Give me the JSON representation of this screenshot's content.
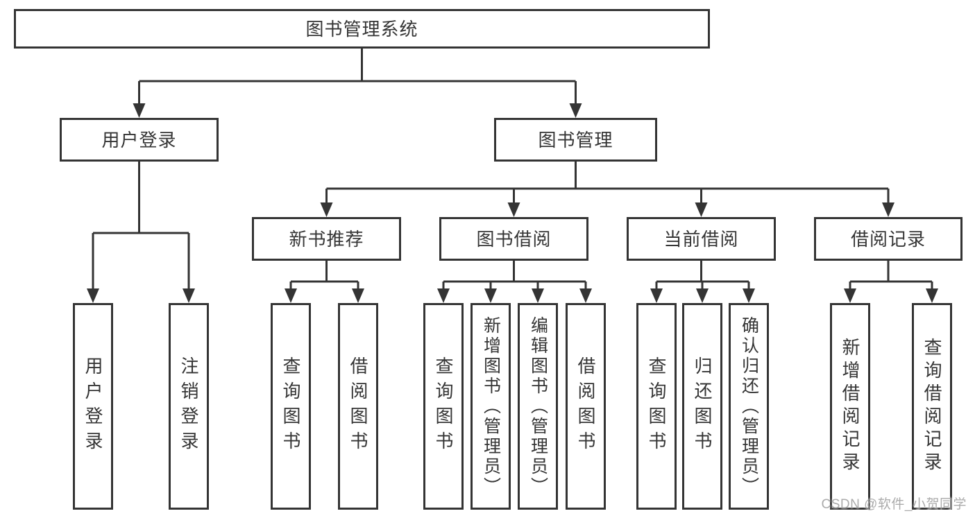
{
  "diagram": {
    "type": "tree-structure-chart",
    "background_color": "#ffffff",
    "line_color": "#343434",
    "text_color": "#353535",
    "nodes": {
      "root": {
        "label": "图书管理系统",
        "level": 1
      },
      "user_login": {
        "label": "用户登录",
        "level": 2
      },
      "book_management": {
        "label": "图书管理",
        "level": 2
      },
      "new_book_recommend": {
        "label": "新书推荐",
        "level": 3
      },
      "book_borrowing": {
        "label": "图书借阅",
        "level": 3
      },
      "current_borrowing": {
        "label": "当前借阅",
        "level": 3
      },
      "borrowing_records": {
        "label": "借阅记录",
        "level": 3
      },
      "login_user_login": {
        "label": "用户登录",
        "level": 4
      },
      "login_logout": {
        "label": "注销登录",
        "level": 4
      },
      "recommend_query_books": {
        "label": "查询图书",
        "level": 4
      },
      "recommend_borrow_books": {
        "label": "借阅图书",
        "level": 4
      },
      "borrowing_query_books": {
        "label": "查询图书",
        "level": 4
      },
      "borrowing_add_books": {
        "label": "新增图书（管理员）",
        "level": 4
      },
      "borrowing_edit_books": {
        "label": "编辑图书（管理员）",
        "level": 4
      },
      "borrowing_borrow_books": {
        "label": "借阅图书",
        "level": 4
      },
      "current_query_books": {
        "label": "查询图书",
        "level": 4
      },
      "current_return_books": {
        "label": "归还图书",
        "level": 4
      },
      "current_confirm_return": {
        "label": "确认归还（管理员）",
        "level": 4
      },
      "records_add_record": {
        "label": "新增借阅记录",
        "level": 4
      },
      "records_query_record": {
        "label": "查询借阅记录",
        "level": 4
      }
    },
    "edges": [
      {
        "from": "图书管理系统",
        "to": [
          "用户登录",
          "图书管理"
        ]
      },
      {
        "from": "用户登录",
        "to": [
          "用户登录",
          "注销登录"
        ]
      },
      {
        "from": "图书管理",
        "to": [
          "新书推荐",
          "图书借阅",
          "当前借阅",
          "借阅记录"
        ]
      },
      {
        "from": "新书推荐",
        "to": [
          "查询图书",
          "借阅图书"
        ]
      },
      {
        "from": "图书借阅",
        "to": [
          "查询图书",
          "新增图书（管理员）",
          "编辑图书（管理员）",
          "借阅图书"
        ]
      },
      {
        "from": "当前借阅",
        "to": [
          "查询图书",
          "归还图书",
          "确认归还（管理员）"
        ]
      },
      {
        "from": "借阅记录",
        "to": [
          "新增借阅记录",
          "查询借阅记录"
        ]
      }
    ],
    "watermark": {
      "text": "CSDN @软件_小贺同学",
      "color": "#a6a6a6"
    }
  }
}
